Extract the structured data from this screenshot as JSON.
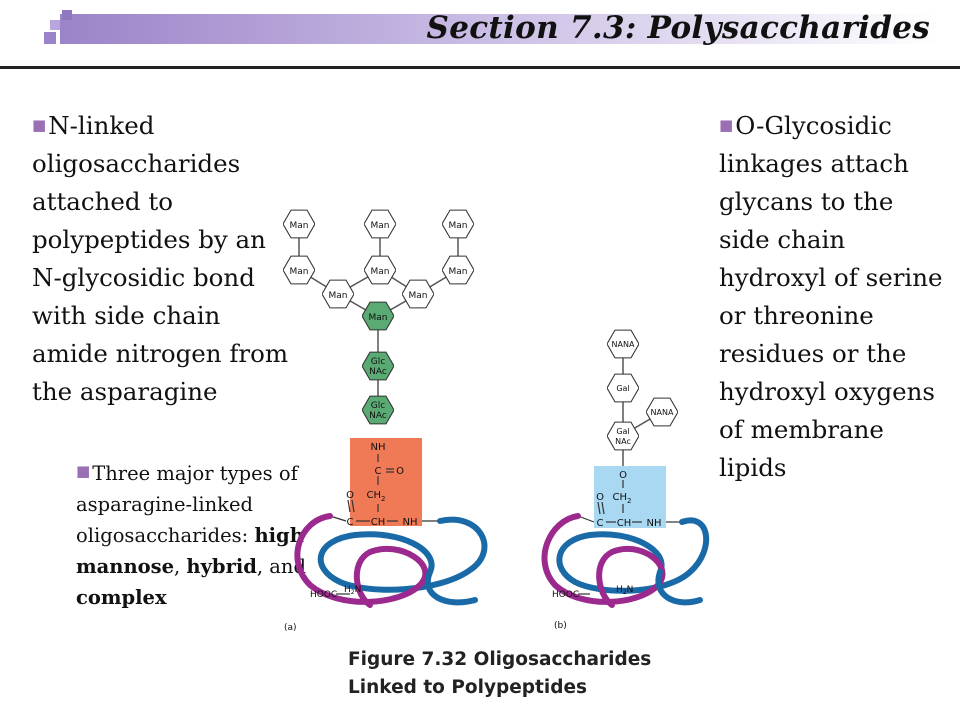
{
  "title": "Section 7.3: Polysaccharides",
  "left_bullet": {
    "text": "N-linked oligosaccharides attached to polypeptides by an N-glycosidic bond with side chain amide nitrogen from the asparagine"
  },
  "left_sub_bullet": {
    "intro": "Three major types of asparagine-linked oligosaccharides:",
    "type1": "high mannose",
    "sep1": ",",
    "type2": "hybrid",
    "sep2": ", and",
    "type3": "complex"
  },
  "right_bullet": {
    "text": "O-Glycosidic linkages attach glycans to the side chain hydroxyl of serine or threonine residues or the hydroxyl oxygens of membrane lipids"
  },
  "figure": {
    "caption_line1": "Figure 7.32 Oligosaccharides",
    "caption_line2": "Linked to Polypeptides",
    "panel_a": "(a)",
    "panel_b": "(b)",
    "sugars": {
      "man": "Man",
      "glc": "Glc",
      "nac": "NAc",
      "nana": "NANA",
      "gal": "Gal"
    },
    "atoms": {
      "nh": "NH",
      "c": "C",
      "o": "O",
      "ch2": "CH",
      "sub2": "2",
      "ch": "CH",
      "h2n": "H",
      "n": "N",
      "hooc": "HOOC"
    }
  },
  "colors": {
    "green_sugar": "#5aab73",
    "asn_box": "#f07a55",
    "ser_box": "#a9d8f2",
    "chain_blue": "#1a6aa8",
    "chain_purple": "#9c2a8e"
  }
}
